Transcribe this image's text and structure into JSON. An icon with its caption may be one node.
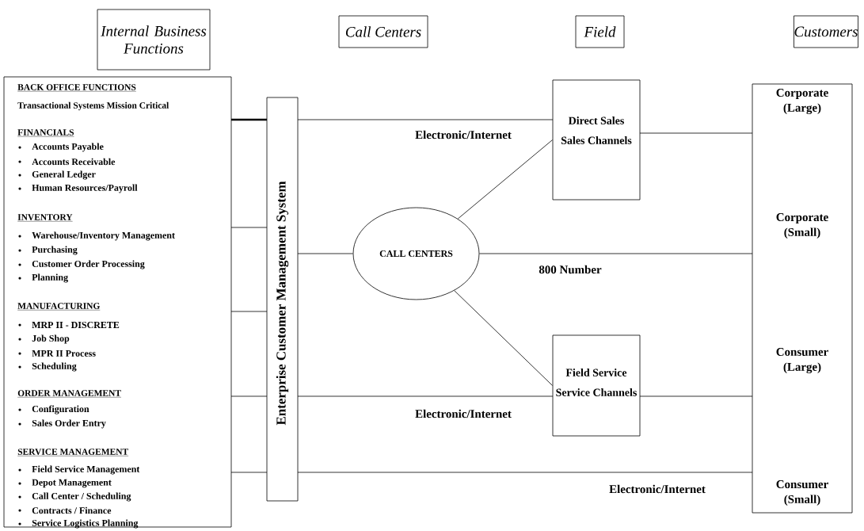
{
  "diagram": {
    "nodes": [
      {
        "text": [
          "Internal Business Functions"
        ]
      },
      {
        "text": [
          "Call Centers"
        ]
      },
      {
        "text": [
          "Field"
        ]
      },
      {
        "text": [
          "Customers"
        ]
      },
      {
        "text": [
          "BACK OFFICE FUNCTIONS",
          "Transactional Systems Mission Critical",
          "FINANCIALS",
          "Accounts Payable",
          "Accounts Receivable",
          "General Ledger",
          "Human Resources/Payroll",
          "INVENTORY",
          "Warehouse/Inventory Management",
          "Purchasing",
          "Customer Order Processing",
          "Planning",
          "MANUFACTURING",
          "MRP II - DISCRETE",
          "Job Shop",
          "MPR II Process",
          "Scheduling",
          "ORDER MANAGEMENT",
          "Configuration",
          "Sales Order Entry",
          "SERVICE MANAGEMENT",
          "Field Service Management",
          "Depot Management",
          "Call Center / Scheduling",
          "Contracts / Finance",
          "Service Logistics Planning"
        ]
      },
      {
        "text": [
          "Enterprise Customer Management System"
        ]
      },
      {
        "text": [
          "CALL CENTERS"
        ]
      },
      {
        "text": [
          "Direct Sales",
          "Sales Channels"
        ]
      },
      {
        "text": [
          "Field Service",
          "Service Channels"
        ]
      },
      {
        "text": [
          "Corporate (Large)",
          "Corporate (Small)",
          "Consumer (Large)",
          "Consumer (Small)"
        ]
      }
    ],
    "edges": [
      {
        "from": 4,
        "to": 5,
        "arrow": "none",
        "style": "thick"
      },
      {
        "from": 4,
        "to": 5,
        "arrow": "none"
      },
      {
        "from": 4,
        "to": 5,
        "arrow": "none"
      },
      {
        "from": 4,
        "to": 5,
        "arrow": "none"
      },
      {
        "from": 4,
        "to": 5,
        "arrow": "none"
      },
      {
        "from": 5,
        "to": 7,
        "arrow": "none",
        "label": "Electronic/Internet"
      },
      {
        "from": 5,
        "to": 6,
        "arrow": "none"
      },
      {
        "from": 6,
        "to": 7,
        "arrow": "none"
      },
      {
        "from": 6,
        "to": 9,
        "arrow": "none",
        "label": "800 Number"
      },
      {
        "from": 6,
        "to": 8,
        "arrow": "none"
      },
      {
        "from": 5,
        "to": 8,
        "arrow": "none",
        "label": "Electronic/Internet"
      },
      {
        "from": 5,
        "to": 9,
        "arrow": "none",
        "label": "Electronic/Internet"
      },
      {
        "from": 7,
        "to": 9,
        "arrow": "none"
      },
      {
        "from": 8,
        "to": 9,
        "arrow": "none"
      }
    ]
  }
}
